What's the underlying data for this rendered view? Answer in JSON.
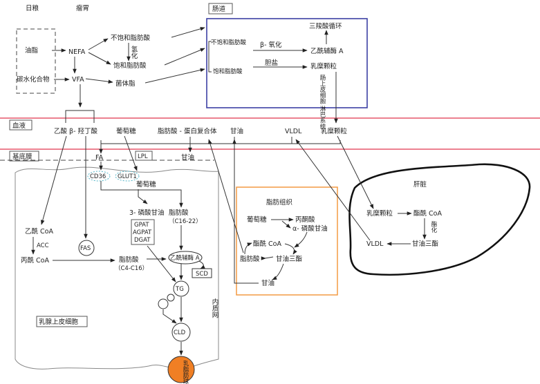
{
  "sections": {
    "diet": "日粮",
    "rumen": "瘤胃",
    "intestine": "肠道",
    "blood": "血液",
    "basement_membrane": "基底膜",
    "mammary_cell": "乳腺上皮细胞",
    "adipose": "脂肪组织",
    "liver": "肝脏",
    "er": "内质网"
  },
  "diet": {
    "fat": "油脂",
    "carb": "碳水化合物"
  },
  "rumen": {
    "nefa": "NEFA",
    "vfa": "VFA",
    "unsat_fa": "不饱和脂肪酸",
    "hydrogenation": "氢化",
    "sat_fa": "饱和脂肪酸",
    "microbial_lipid": "菌体脂"
  },
  "intestine": {
    "unsat_fa": "不饱和脂肪酸",
    "sat_fa": "饱和脂肪酸",
    "beta_ox": "β- 氧化",
    "bile": "胆盐",
    "tca": "三羧酸循环",
    "acetyl_coa": "乙酰辅酶 A",
    "chylomicron": "乳糜颗粒",
    "lymph": "肠上皮细胞 淋巴系统"
  },
  "blood": {
    "acetate_bhb": "乙酸 β- 羟丁酸",
    "glucose": "葡萄糖",
    "fa_protein": "脂肪酸 - 蛋白复合体",
    "glycerol": "甘油",
    "vldl": "VLDL",
    "chylomicron": "乳糜颗粒"
  },
  "membrane": {
    "fa": "FA",
    "lpl": "LPL",
    "glycerol": "甘油",
    "cd36": "CD36",
    "glut1": "GLUT1"
  },
  "mammary": {
    "glucose": "葡萄糖",
    "g3p": "3- 磷酸甘油",
    "fa_c16_22": "脂肪酸",
    "fa_c16_22_sub": "（C16-22）",
    "enzymes": [
      "GPAT",
      "AGPAT",
      "DGAT"
    ],
    "acetyl_coa": "乙酰 CoA",
    "acc": "ACC",
    "malonyl_coa": "丙酰 CoA",
    "fas": "FAS",
    "fa_c4_16": "脂肪酸",
    "fa_c4_16_sub": "（C4-C16）",
    "acyl_coa": "乙酰辅酶 A",
    "scd": "SCD",
    "tg": "TG",
    "cld": "CLD",
    "milk_fat_globule": "乳脂肪球"
  },
  "adipose": {
    "glucose": "葡萄糖",
    "pyruvate": "丙酮酸",
    "alpha_gp": "α- 磷酸甘油",
    "acyl_coa": "酯酰 CoA",
    "fa": "脂肪酸",
    "tg": "甘油三酯",
    "glycerol": "甘油"
  },
  "liver": {
    "chylomicron": "乳糜颗粒",
    "acyl_coa": "酯酰 CoA",
    "esterification": "酯化",
    "tg": "甘油三酯",
    "vldl": "VLDL"
  },
  "colors": {
    "blood_line": "#e0344c",
    "intestine_box": "#3b3fa3",
    "adipose_box": "#f39a42",
    "milk_fat": "#f07f24",
    "gray_line": "#777777",
    "cd36_ring": "#52b5c8"
  }
}
